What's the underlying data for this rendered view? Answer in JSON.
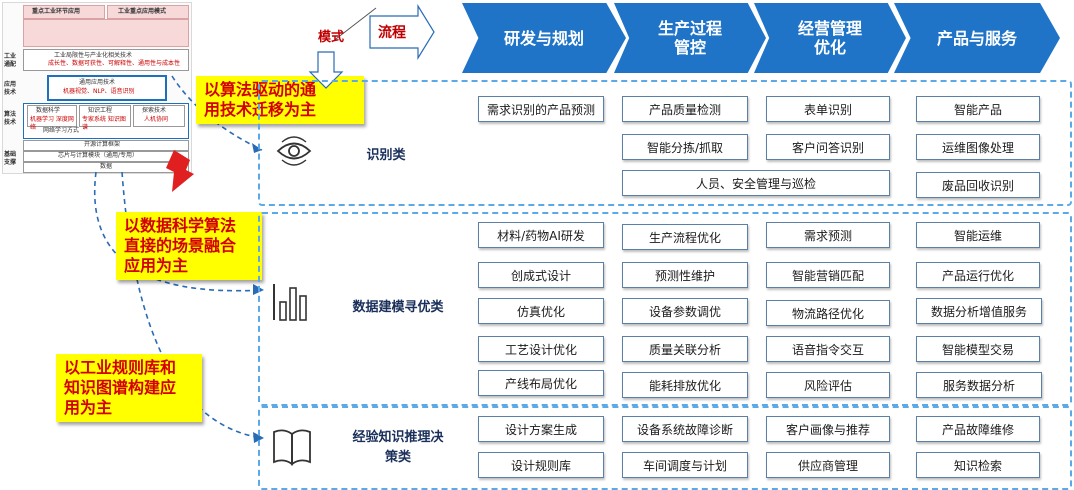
{
  "thumbnail": {
    "header_left": "重点工业环节应用",
    "header_right": "工业重点应用模式",
    "side_labels": [
      "工业通配",
      "应用技术",
      "算法技术",
      "基础支撑"
    ],
    "row_industry": "工业局限性与产业化相关技术",
    "row_industry_sub": "成长性、数据可获性、可解释性、通用性与成本性",
    "general_tech": "通用应用技术",
    "general_tech_sub": "机器视觉、NLP、语音识别",
    "algo_boxes": [
      {
        "title": "数据科学",
        "sub": "机器学习 深度网络"
      },
      {
        "title": "知识工程",
        "sub": "专家系统 知识图谱"
      },
      {
        "title": "探索技术",
        "sub": "人机协同"
      }
    ],
    "algo_bottom": "网络学习方式",
    "open_framework": "开源计算框架",
    "chip": "芯片与计算模块（通用/专用）",
    "data": "数据"
  },
  "callouts": {
    "c1": [
      "以算法驱动的通",
      "用技术迁移为主"
    ],
    "c2": [
      "以数据科学算法",
      "直接的场景融合",
      "应用为主"
    ],
    "c3": [
      "以工业规则库和",
      "知识图谱构建应",
      "用为主"
    ]
  },
  "axis": {
    "mode": "模式",
    "flow": "流程"
  },
  "columns": [
    {
      "label": "研发与规划"
    },
    {
      "label": "生产过程\n管控"
    },
    {
      "label": "经营管理\n优化"
    },
    {
      "label": "产品与服务"
    }
  ],
  "sections": {
    "recognition": {
      "label": "识别类",
      "icon": "eye-icon",
      "items": [
        "需求识别的产品预测",
        "产品质量检测",
        "表单识别",
        "智能产品",
        "智能分拣/抓取",
        "客户问答识别",
        "运维图像处理",
        "人员、安全管理与巡检",
        "废品回收识别"
      ]
    },
    "data_modeling": {
      "label": "数据建模寻优类",
      "icon": "bar-chart-icon",
      "items": [
        "材料/药物AI研发",
        "生产流程优化",
        "需求预测",
        "智能运维",
        "创成式设计",
        "预测性维护",
        "智能营销匹配",
        "产品运行优化",
        "仿真优化",
        "设备参数调优",
        "物流路径优化",
        "数据分析增值服务",
        "工艺设计优化",
        "质量关联分析",
        "语音指令交互",
        "智能模型交易",
        "产线布局优化",
        "能耗排放优化",
        "风险评估",
        "服务数据分析"
      ]
    },
    "knowledge": {
      "label": "经验知识推理决\n策类",
      "icon": "book-icon",
      "items": [
        "设计方案生成",
        "设备系统故障诊断",
        "客户画像与推荐",
        "产品故障维修",
        "设计规则库",
        "车间调度与计划",
        "供应商管理",
        "知识检索"
      ]
    }
  }
}
